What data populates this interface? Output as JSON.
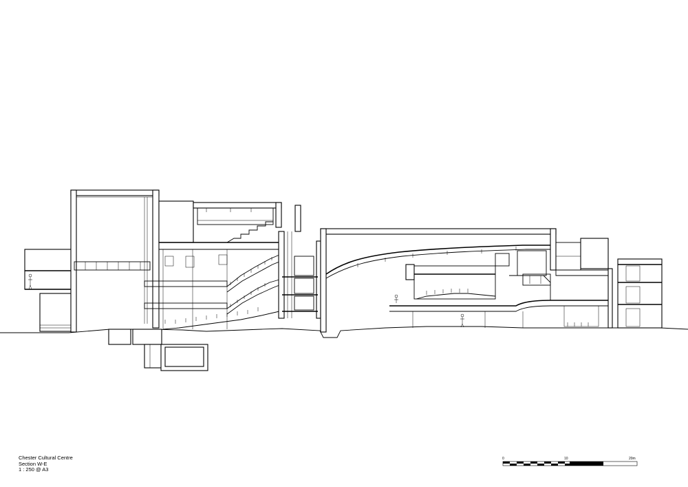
{
  "title_block": {
    "project": "Chester Cultural Centre",
    "drawing": "Section W-E",
    "scale": "1 : 250 @ A3"
  },
  "scale_bar": {
    "labels": [
      "0",
      "10",
      "20m"
    ]
  },
  "icons": {
    "human-figure": "person-silhouette"
  }
}
